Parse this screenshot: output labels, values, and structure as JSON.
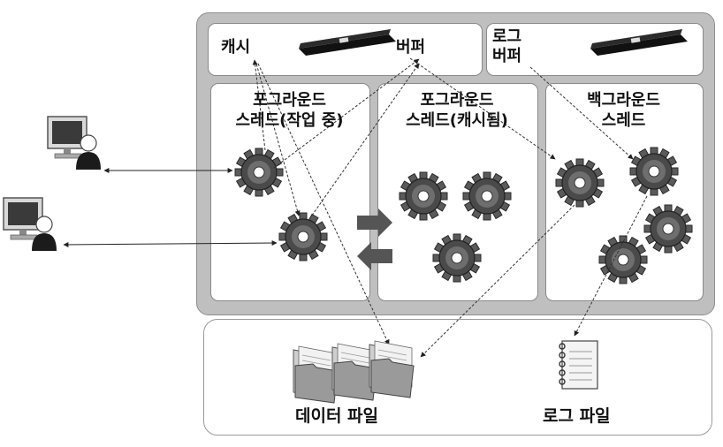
{
  "memory": {
    "cache_label": "캐시",
    "buffer_label": "버퍼",
    "log_buffer_line1": "로그",
    "log_buffer_line2": "버퍼"
  },
  "threads": {
    "fg_working_line1": "포그라운드",
    "fg_working_line2": "스레드(작업 중)",
    "fg_cached_line1": "포그라운드",
    "fg_cached_line2": "스레드(캐시됨)",
    "bg_line1": "백그라운드",
    "bg_line2": "스레드"
  },
  "storage": {
    "data_files_label": "데이터 파일",
    "log_file_label": "로그 파일"
  },
  "icons": [
    "user-terminal-icon",
    "memory-module-icon",
    "gear-icon",
    "folder-icon",
    "log-notebook-icon",
    "swap-arrows-icon"
  ]
}
